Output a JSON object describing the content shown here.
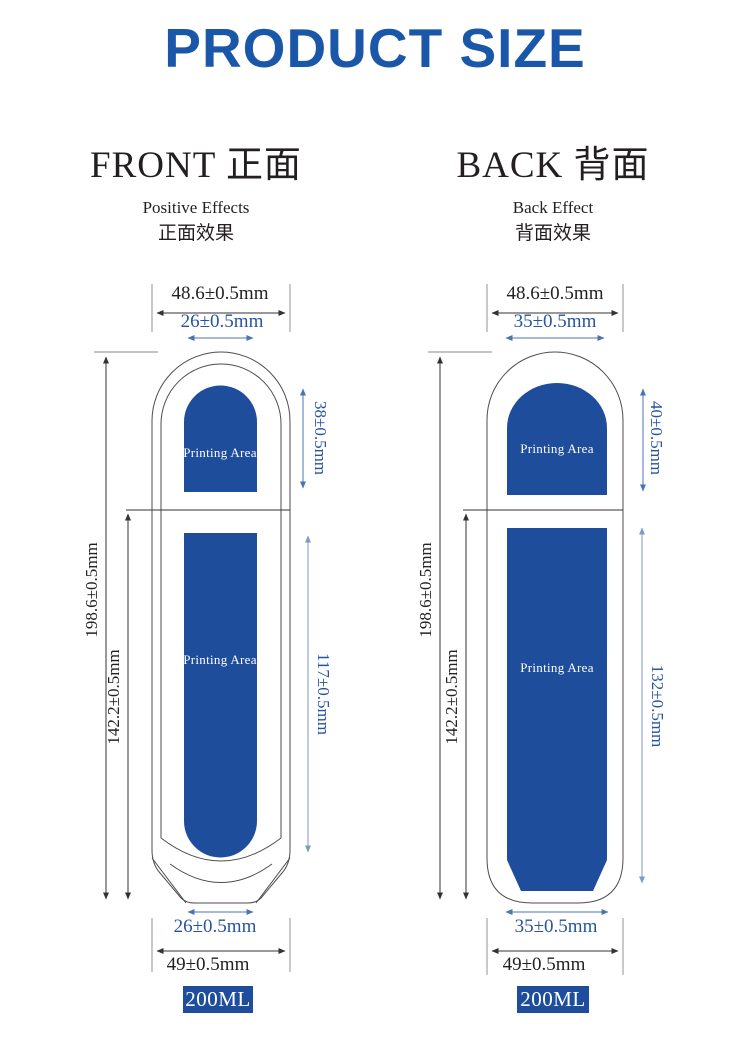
{
  "title": "PRODUCT SIZE",
  "colors": {
    "title_blue": "#1a57a8",
    "printing_blue": "#1d4d9b",
    "dim_blue": "#27549e",
    "dim_blue_line": "#4a74b0",
    "outline": "#4d4d4d"
  },
  "front": {
    "heading_en": "FRONT",
    "heading_cn": "正面",
    "subtitle_en": "Positive Effects",
    "subtitle_cn": "正面效果",
    "printing_area_label": "Printing Area",
    "volume_label": "200ML",
    "dims": {
      "outer_width_top": "48.6±0.5mm",
      "print_width_top": "26±0.5mm",
      "total_height": "198.6±0.5mm",
      "body_height": "142.2±0.5mm",
      "cap_print_height": "38±0.5mm",
      "body_print_height": "117±0.5mm",
      "print_width_bottom": "26±0.5mm",
      "base_width_bottom": "49±0.5mm"
    }
  },
  "back": {
    "heading_en": "BACK",
    "heading_cn": "背面",
    "subtitle_en": "Back Effect",
    "subtitle_cn": "背面效果",
    "printing_area_label": "Printing Area",
    "volume_label": "200ML",
    "dims": {
      "outer_width_top": "48.6±0.5mm",
      "print_width_top": "35±0.5mm",
      "total_height": "198.6±0.5mm",
      "body_height": "142.2±0.5mm",
      "cap_print_height": "40±0.5mm",
      "body_print_height": "132±0.5mm",
      "print_width_bottom": "35±0.5mm",
      "base_width_bottom": "49±0.5mm"
    }
  }
}
